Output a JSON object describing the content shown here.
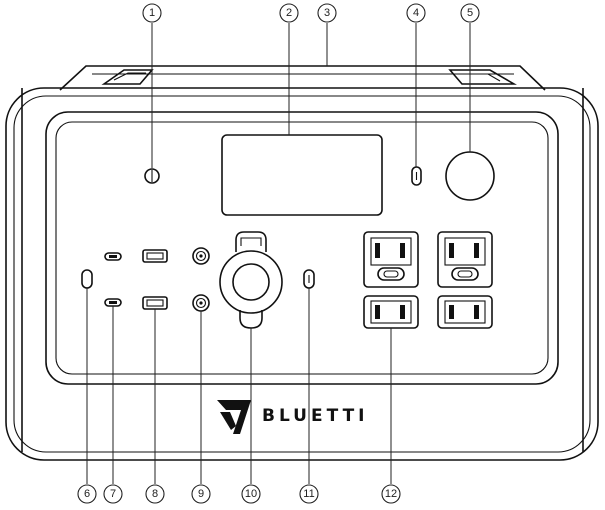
{
  "brand": {
    "name": "BLUETTI"
  },
  "callouts": [
    {
      "id": "c1",
      "label": "1"
    },
    {
      "id": "c2",
      "label": "2"
    },
    {
      "id": "c3",
      "label": "3"
    },
    {
      "id": "c4",
      "label": "4"
    },
    {
      "id": "c5",
      "label": "5"
    },
    {
      "id": "c6",
      "label": "6"
    },
    {
      "id": "c7",
      "label": "7"
    },
    {
      "id": "c8",
      "label": "8"
    },
    {
      "id": "c9",
      "label": "9"
    },
    {
      "id": "c10",
      "label": "10"
    },
    {
      "id": "c11",
      "label": "11"
    },
    {
      "id": "c12",
      "label": "12"
    }
  ],
  "colors": {
    "line": "#111111",
    "background": "#ffffff"
  }
}
